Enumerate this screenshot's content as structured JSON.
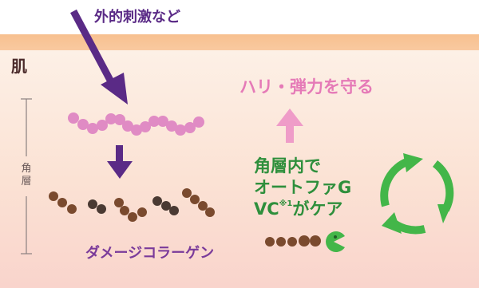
{
  "labels": {
    "stimulus": "外的刺激など",
    "skin": "肌",
    "stratum_corneum": "角層",
    "protect": "ハリ・弾力を守る",
    "care_line1": "角層内で",
    "care_line2": "オートファG",
    "care_line3_a": "VC",
    "care_line3_mark": "※1",
    "care_line3_b": "がケア",
    "damaged_collagen": "ダメージコラーゲン"
  },
  "colors": {
    "purple_arrow": "#5a2a86",
    "pink_collagen": "#e08bc4",
    "brown_collagen": "#7a4a2e",
    "dark_collagen": "#4a3a33",
    "green_cycle": "#43b649",
    "pink_arrow": "#ef9cc8"
  },
  "icons": [
    "stimulus-arrow-icon",
    "down-arrow-icon",
    "up-arrow-icon",
    "recycle-arrows-icon",
    "pacman-icon"
  ]
}
